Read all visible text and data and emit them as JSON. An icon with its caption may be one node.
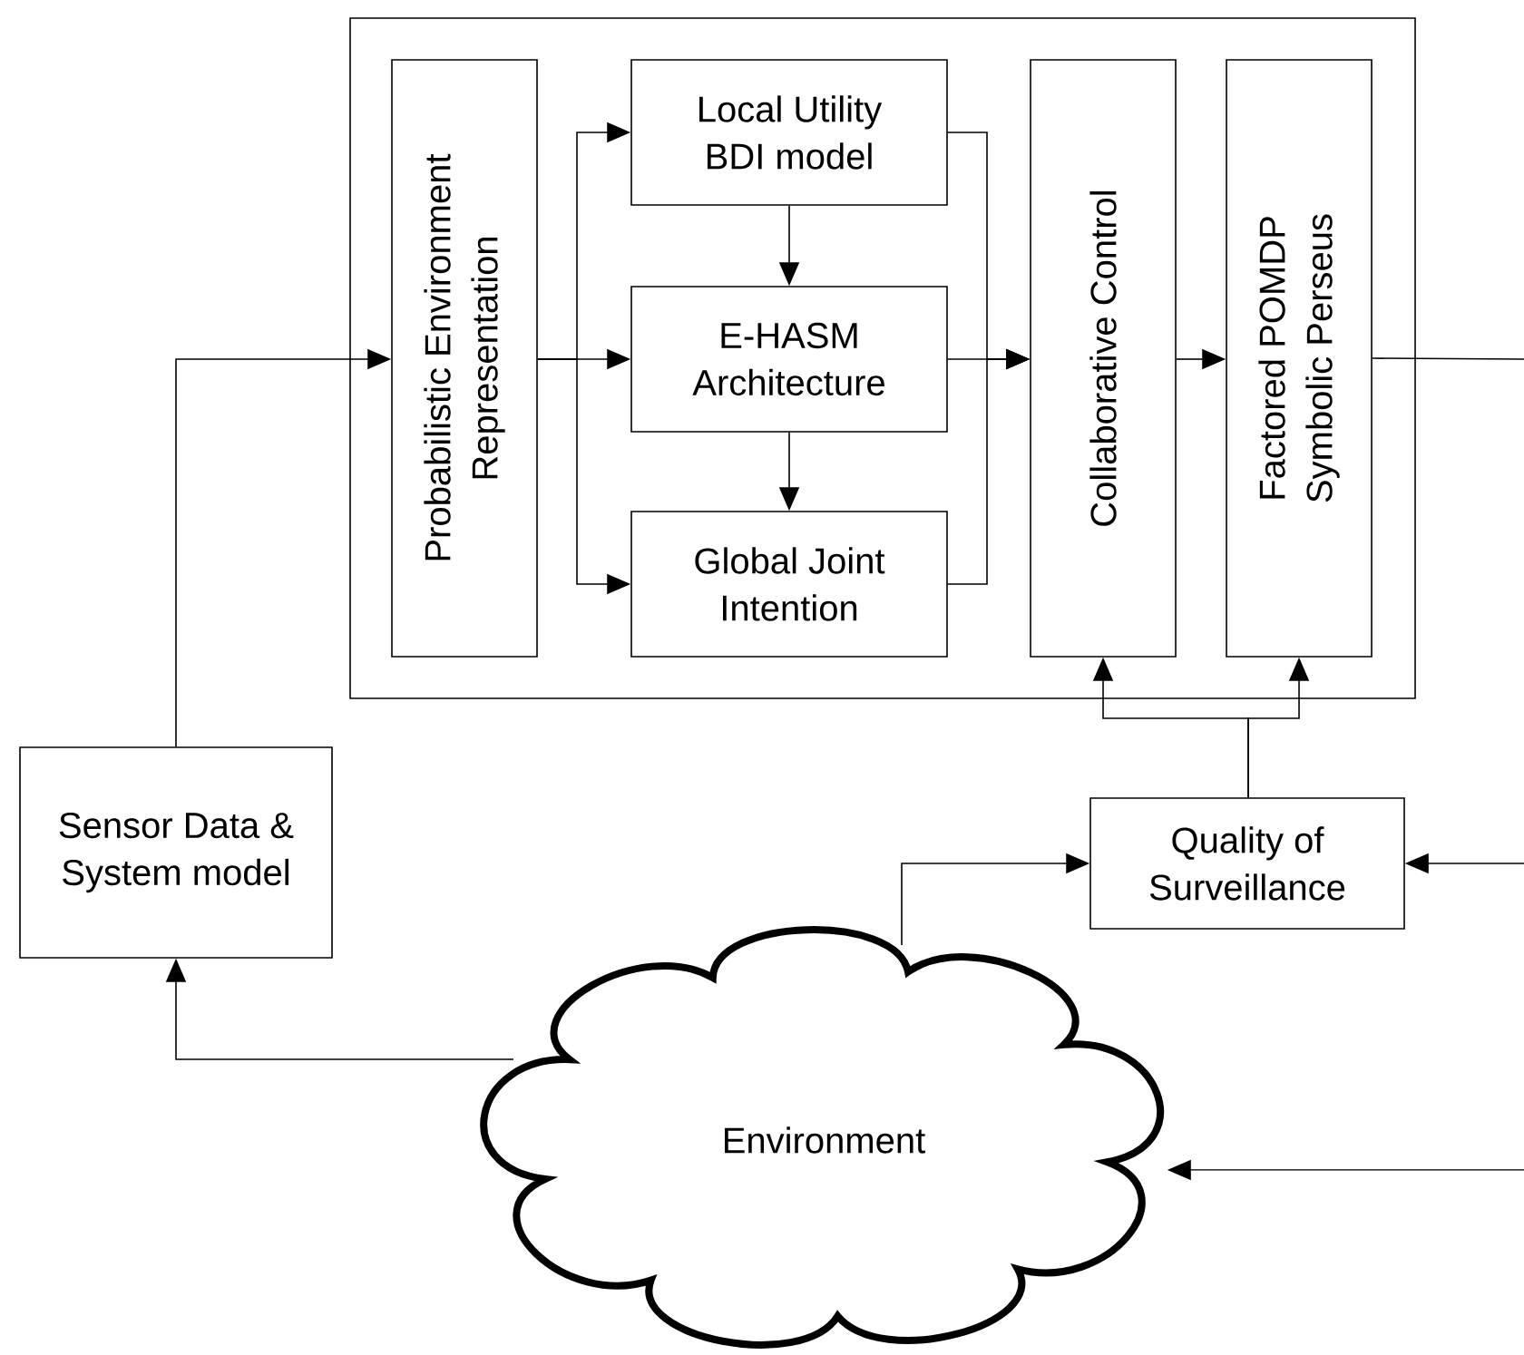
{
  "diagram": {
    "nodes": [
      {
        "text": [],
        "shape": "box"
      },
      {
        "text": [
          "Probabilistic Environment Representation"
        ],
        "in": 0
      },
      {
        "text": [
          "Local Utility BDI model"
        ],
        "in": 0
      },
      {
        "text": [
          "E-HASM Architecture"
        ],
        "in": 0
      },
      {
        "text": [
          "Global Joint Intention"
        ],
        "in": 0
      },
      {
        "text": [
          "Collaborative Control"
        ],
        "in": 0
      },
      {
        "text": [
          "Factored POMDP Symbolic Perseus"
        ],
        "in": 0
      },
      {
        "text": [
          "Sensor Data & System model"
        ]
      },
      {
        "text": [
          "Quality of Surveillance"
        ]
      },
      {
        "text": [
          "Environment"
        ]
      }
    ],
    "edges": [
      {
        "from": 7,
        "to": 1,
        "arrow": "to"
      },
      {
        "from": 1,
        "to": 2,
        "arrow": "to"
      },
      {
        "from": 1,
        "to": 3,
        "arrow": "to"
      },
      {
        "from": 1,
        "to": 4,
        "arrow": "to"
      },
      {
        "from": 2,
        "to": 3,
        "arrow": "to"
      },
      {
        "from": 3,
        "to": 4,
        "arrow": "to"
      },
      {
        "from": 2,
        "to": 5,
        "arrow": "to"
      },
      {
        "from": 3,
        "to": 5,
        "arrow": "to"
      },
      {
        "from": 4,
        "to": 5,
        "arrow": "to"
      },
      {
        "from": 5,
        "to": 6,
        "arrow": "to"
      },
      {
        "from": 6,
        "to": null,
        "arrow": "none"
      },
      {
        "from": null,
        "to": 8,
        "arrow": "to"
      },
      {
        "from": null,
        "to": 9,
        "arrow": "to"
      },
      {
        "from": 9,
        "to": 8,
        "arrow": "to"
      },
      {
        "from": 9,
        "to": 7,
        "arrow": "to"
      },
      {
        "from": 8,
        "to": 5,
        "arrow": "to"
      },
      {
        "from": 8,
        "to": 6,
        "arrow": "to"
      }
    ]
  }
}
